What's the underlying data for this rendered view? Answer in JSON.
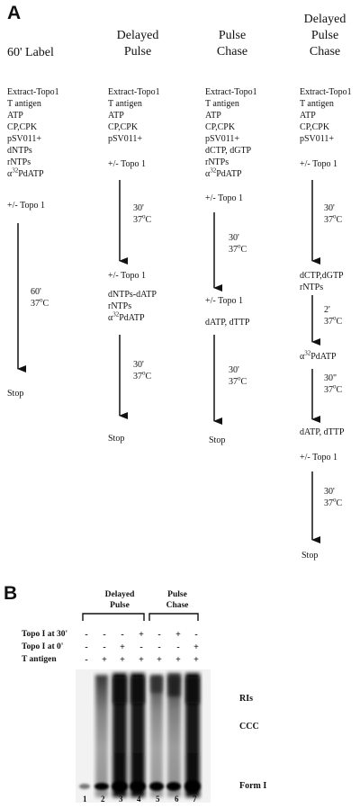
{
  "panel_a": {
    "letter": "A",
    "columns": [
      {
        "title": [
          "60' Label"
        ],
        "steps": [
          [
            "Extract-Topo1",
            "T antigen",
            "ATP",
            "CP,CPK",
            "pSV011+"
          ],
          [
            "dNTPs",
            "rNTPs",
            "α32PdATP"
          ],
          [
            "+/- Topo 1"
          ]
        ],
        "incubations": [
          [
            "60'",
            "37oC"
          ]
        ],
        "stop": "Stop"
      },
      {
        "title": [
          "Delayed",
          "Pulse"
        ],
        "steps": [
          [
            "Extract-Topo1",
            "T antigen",
            "ATP",
            "CP,CPK",
            "pSV011+"
          ],
          [
            "+/- Topo 1"
          ],
          [
            "+/- Topo 1"
          ],
          [
            "dNTPs-dATP",
            "rNTPs",
            "α32PdATP"
          ]
        ],
        "incubations": [
          [
            "30'",
            "37oC"
          ],
          [
            "30'",
            "37oC"
          ]
        ],
        "stop": "Stop"
      },
      {
        "title": [
          "Pulse",
          "Chase"
        ],
        "steps": [
          [
            "Extract-Topo1",
            "T antigen",
            "ATP",
            "CP,CPK",
            "pSV011+",
            "dCTP, dGTP",
            "rNTPs",
            "α32PdATP"
          ],
          [
            "+/- Topo 1"
          ],
          [
            "+/- Topo 1"
          ],
          [
            "dATP, dTTP"
          ]
        ],
        "incubations": [
          [
            "30'",
            "37oC"
          ],
          [
            "30'",
            "37oC"
          ]
        ],
        "stop": "Stop"
      },
      {
        "title": [
          "Delayed",
          "Pulse",
          "Chase"
        ],
        "steps": [
          [
            "Extract-Topo1",
            "T antigen",
            "ATP",
            "CP,CPK",
            "pSV011+"
          ],
          [
            "+/- Topo 1"
          ],
          [
            "dCTP,dGTP",
            "rNTPs"
          ],
          [
            "α32PdATP"
          ],
          [
            "dATP, dTTP"
          ],
          [
            "+/- Topo 1"
          ]
        ],
        "incubations": [
          [
            "30'",
            "37oC"
          ],
          [
            "2'",
            "37oC"
          ],
          [
            "30\"",
            "37oC"
          ],
          [
            "30'",
            "37oC"
          ]
        ],
        "stop": "Stop"
      }
    ]
  },
  "panel_b": {
    "letter": "B",
    "groups": [
      "Delayed Pulse",
      "Pulse Chase"
    ],
    "row_labels": [
      "Topo I at 30'",
      "Topo I at 0'",
      "T antigen"
    ],
    "rows": [
      [
        "-",
        "-",
        "-",
        "+",
        "-",
        "+",
        "-"
      ],
      [
        "-",
        "-",
        "+",
        "-",
        "-",
        "-",
        "+"
      ],
      [
        "-",
        "+",
        "+",
        "+",
        "+",
        "+",
        "+"
      ]
    ],
    "lanes": [
      "1",
      "2",
      "3",
      "4",
      "5",
      "6",
      "7"
    ],
    "bands": [
      "RIs",
      "CCC",
      "Form I"
    ]
  }
}
